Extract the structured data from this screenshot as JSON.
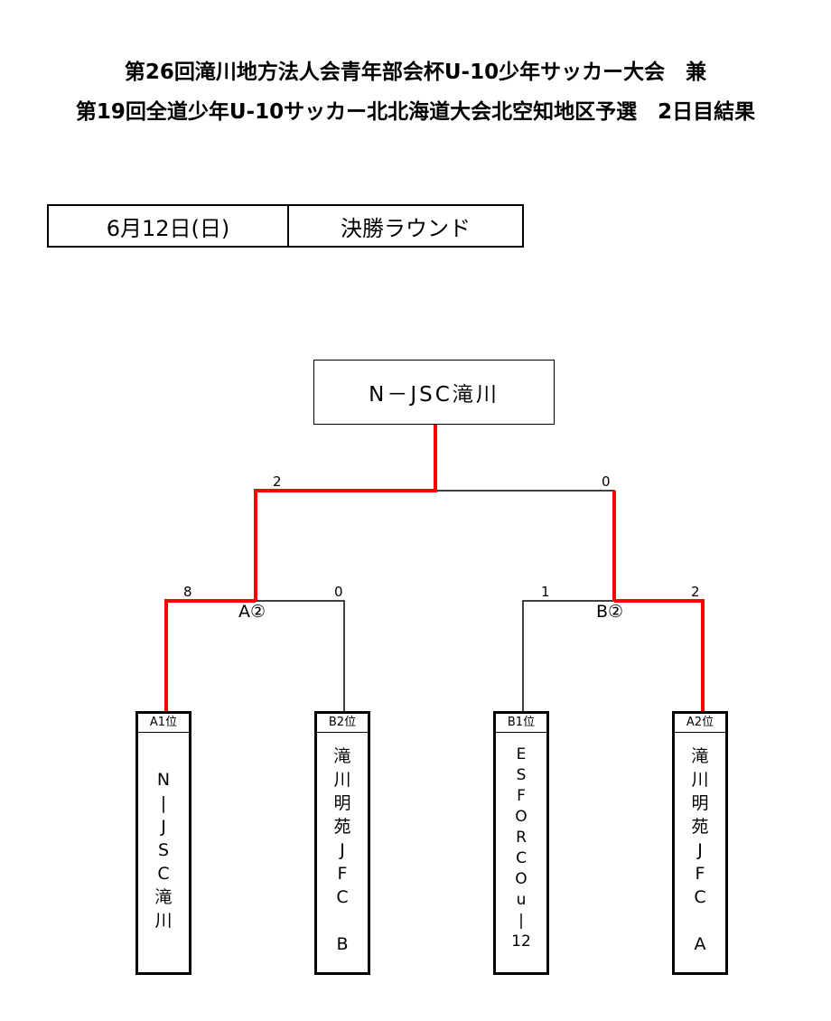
{
  "header": {
    "title_line1": "第26回滝川地方法人会青年部会杯U-10少年サッカー大会　兼",
    "title_line2": "第19回全道少年U-10サッカー北北海道大会北空知地区予選　2日目結果"
  },
  "info": {
    "date": "6月12日(日)",
    "round": "決勝ラウンド"
  },
  "champion": "N－JSC滝川",
  "colors": {
    "winner_line": "#ff0000",
    "line": "#000000"
  },
  "semifinals": {
    "a": {
      "label": "A②"
    },
    "b": {
      "label": "B②"
    }
  },
  "scores": {
    "final_left": "2",
    "final_right": "0",
    "semi_a_left": "8",
    "semi_a_right": "0",
    "semi_b_left": "1",
    "semi_b_right": "2"
  },
  "teams": [
    {
      "seed": "A1位",
      "name": "N\n|\nJ\nS\nC\n滝\n川"
    },
    {
      "seed": "B2位",
      "name": "滝\n川\n明\n苑\nJ\nF\nC\n\nB"
    },
    {
      "seed": "B1位",
      "name": "E\nS\nF\nO\nR\nC\nO\nu\n|\n12"
    },
    {
      "seed": "A2位",
      "name": "滝\n川\n明\n苑\nJ\nF\nC\n\nA"
    }
  ]
}
